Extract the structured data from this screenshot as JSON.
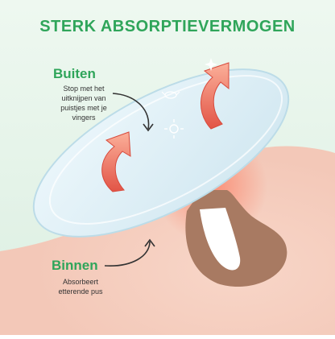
{
  "title": "STERK ABSORPTIEVERMOGEN",
  "outside": {
    "heading": "Buiten",
    "description_lines": [
      "Stop met het",
      "uitknijpen van",
      "puistjes met je",
      "vingers"
    ]
  },
  "inside": {
    "heading": "Binnen",
    "description_lines": [
      "Absorbeert",
      "etterende pus"
    ]
  },
  "colors": {
    "accent_green": "#2fa55a",
    "background_top": "#e9f5ec",
    "background_bottom": "#d9efdf",
    "skin": "#f6d4c7",
    "patch": "#dff0f6",
    "arrow": "#ef6b58",
    "pimple_core": "#a87a62"
  }
}
